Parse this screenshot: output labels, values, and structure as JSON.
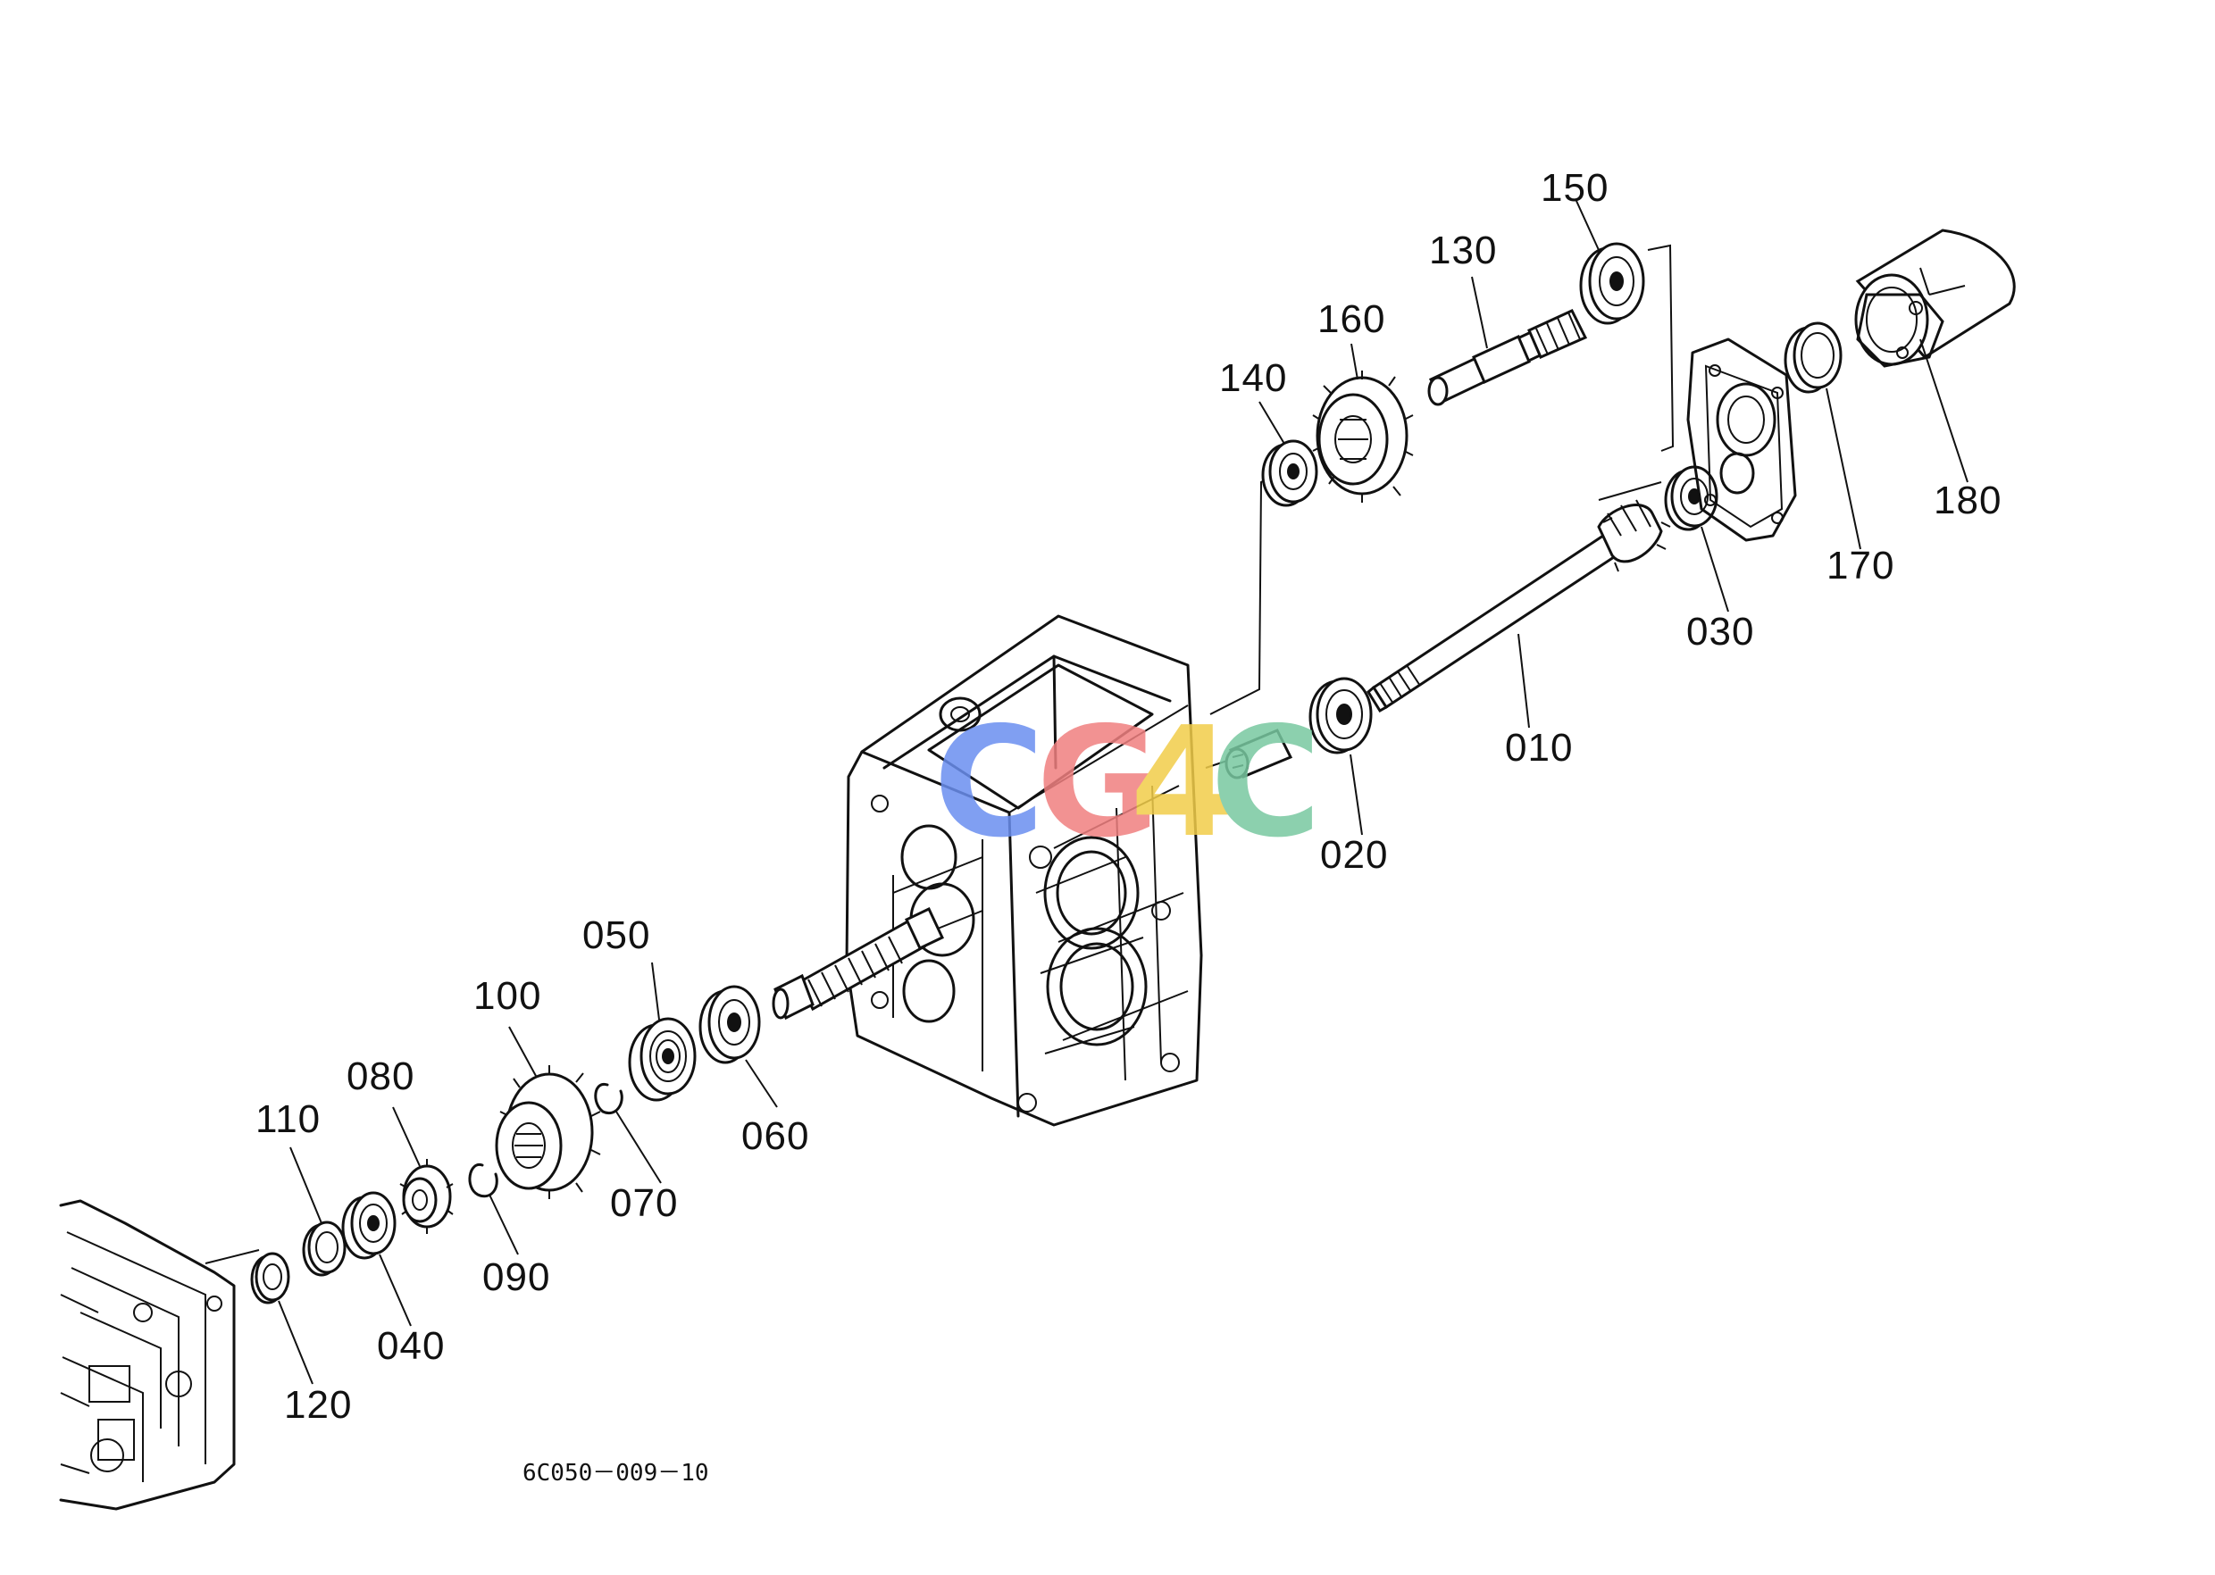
{
  "drawing_code": "6C050－009－10",
  "callouts": {
    "p010": "010",
    "p020": "020",
    "p030": "030",
    "p040": "040",
    "p050": "050",
    "p060": "060",
    "p070": "070",
    "p080": "080",
    "p090": "090",
    "p100": "100",
    "p110": "110",
    "p120": "120",
    "p130": "130",
    "p140": "140",
    "p150": "150",
    "p160": "160",
    "p170": "170",
    "p180": "180"
  },
  "watermark": {
    "letters": [
      "C",
      "G",
      "4",
      "C"
    ],
    "colors": [
      "#6b8ff0",
      "#f08080",
      "#f2cd4a",
      "#78c8a0"
    ]
  }
}
